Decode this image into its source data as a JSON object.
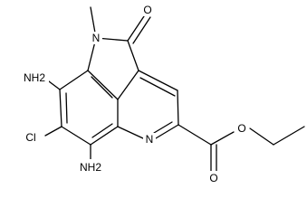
{
  "atoms": {
    "n_methyl": "N",
    "methyl": "",
    "carbonyl_o": "O",
    "nh2_top": "NH2",
    "nh2_bottom": "NH2",
    "chloro": "Cl",
    "n_ring": "N",
    "ester_o_carbonyl": "O",
    "ester_o_ether": "O"
  }
}
